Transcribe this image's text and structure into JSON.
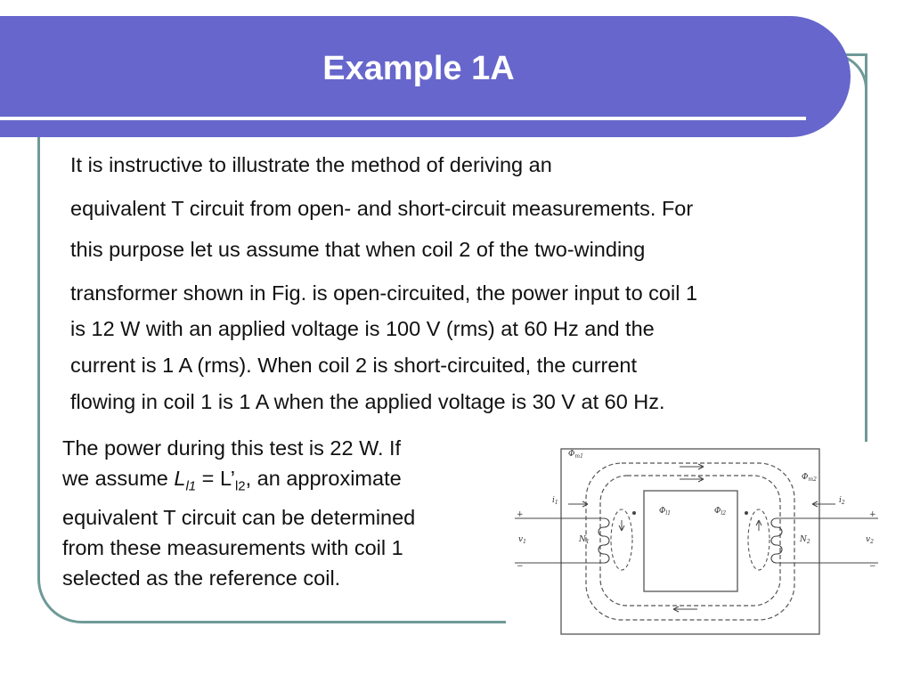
{
  "slide": {
    "title": "Example 1A",
    "paragraph_lines": [
      "It is instructive to illustrate the method of deriving an",
      "equivalent T circuit from open- and short-circuit measurements. For",
      "this purpose let us assume that when coil 2 of the two-winding",
      "transformer shown in Fig. is open-circuited, the power input to coil 1",
      "is 12 W with an applied voltage is 100 V (rms) at 60 Hz and the",
      "current is 1 A (rms). When coil 2 is short-circuited, the current",
      "flowing in coil 1 is 1 A when the applied voltage is 30 V at 60 Hz."
    ],
    "lower": {
      "line1": "The power during this test is 22 W. If",
      "line2_before": "we assume ",
      "line2_L": "L",
      "line2_sub1": "l1",
      "line2_eq": " = L’",
      "line2_sub2": "l2",
      "line2_after": ", an approximate",
      "line3": "equivalent T circuit can be determined",
      "line4": "from these measurements with coil 1",
      "line5": "selected as the reference coil."
    },
    "figure": {
      "labels": {
        "phi_m1": "Φ",
        "phi_m1_sub": "m1",
        "phi_m2": "Φ",
        "phi_m2_sub": "m2",
        "phi_l1": "Φ",
        "phi_l1_sub": "l1",
        "phi_l2": "Φ",
        "phi_l2_sub": "l2",
        "i1": "i",
        "i1_sub": "1",
        "i2": "i",
        "i2_sub": "2",
        "v1": "v",
        "v1_sub": "1",
        "v2": "v",
        "v2_sub": "2",
        "n1": "N",
        "n1_sub": "1",
        "n2": "N",
        "n2_sub": "2",
        "plus_left": "+",
        "minus_left": "−",
        "plus_right": "+",
        "minus_right": "−"
      }
    }
  }
}
